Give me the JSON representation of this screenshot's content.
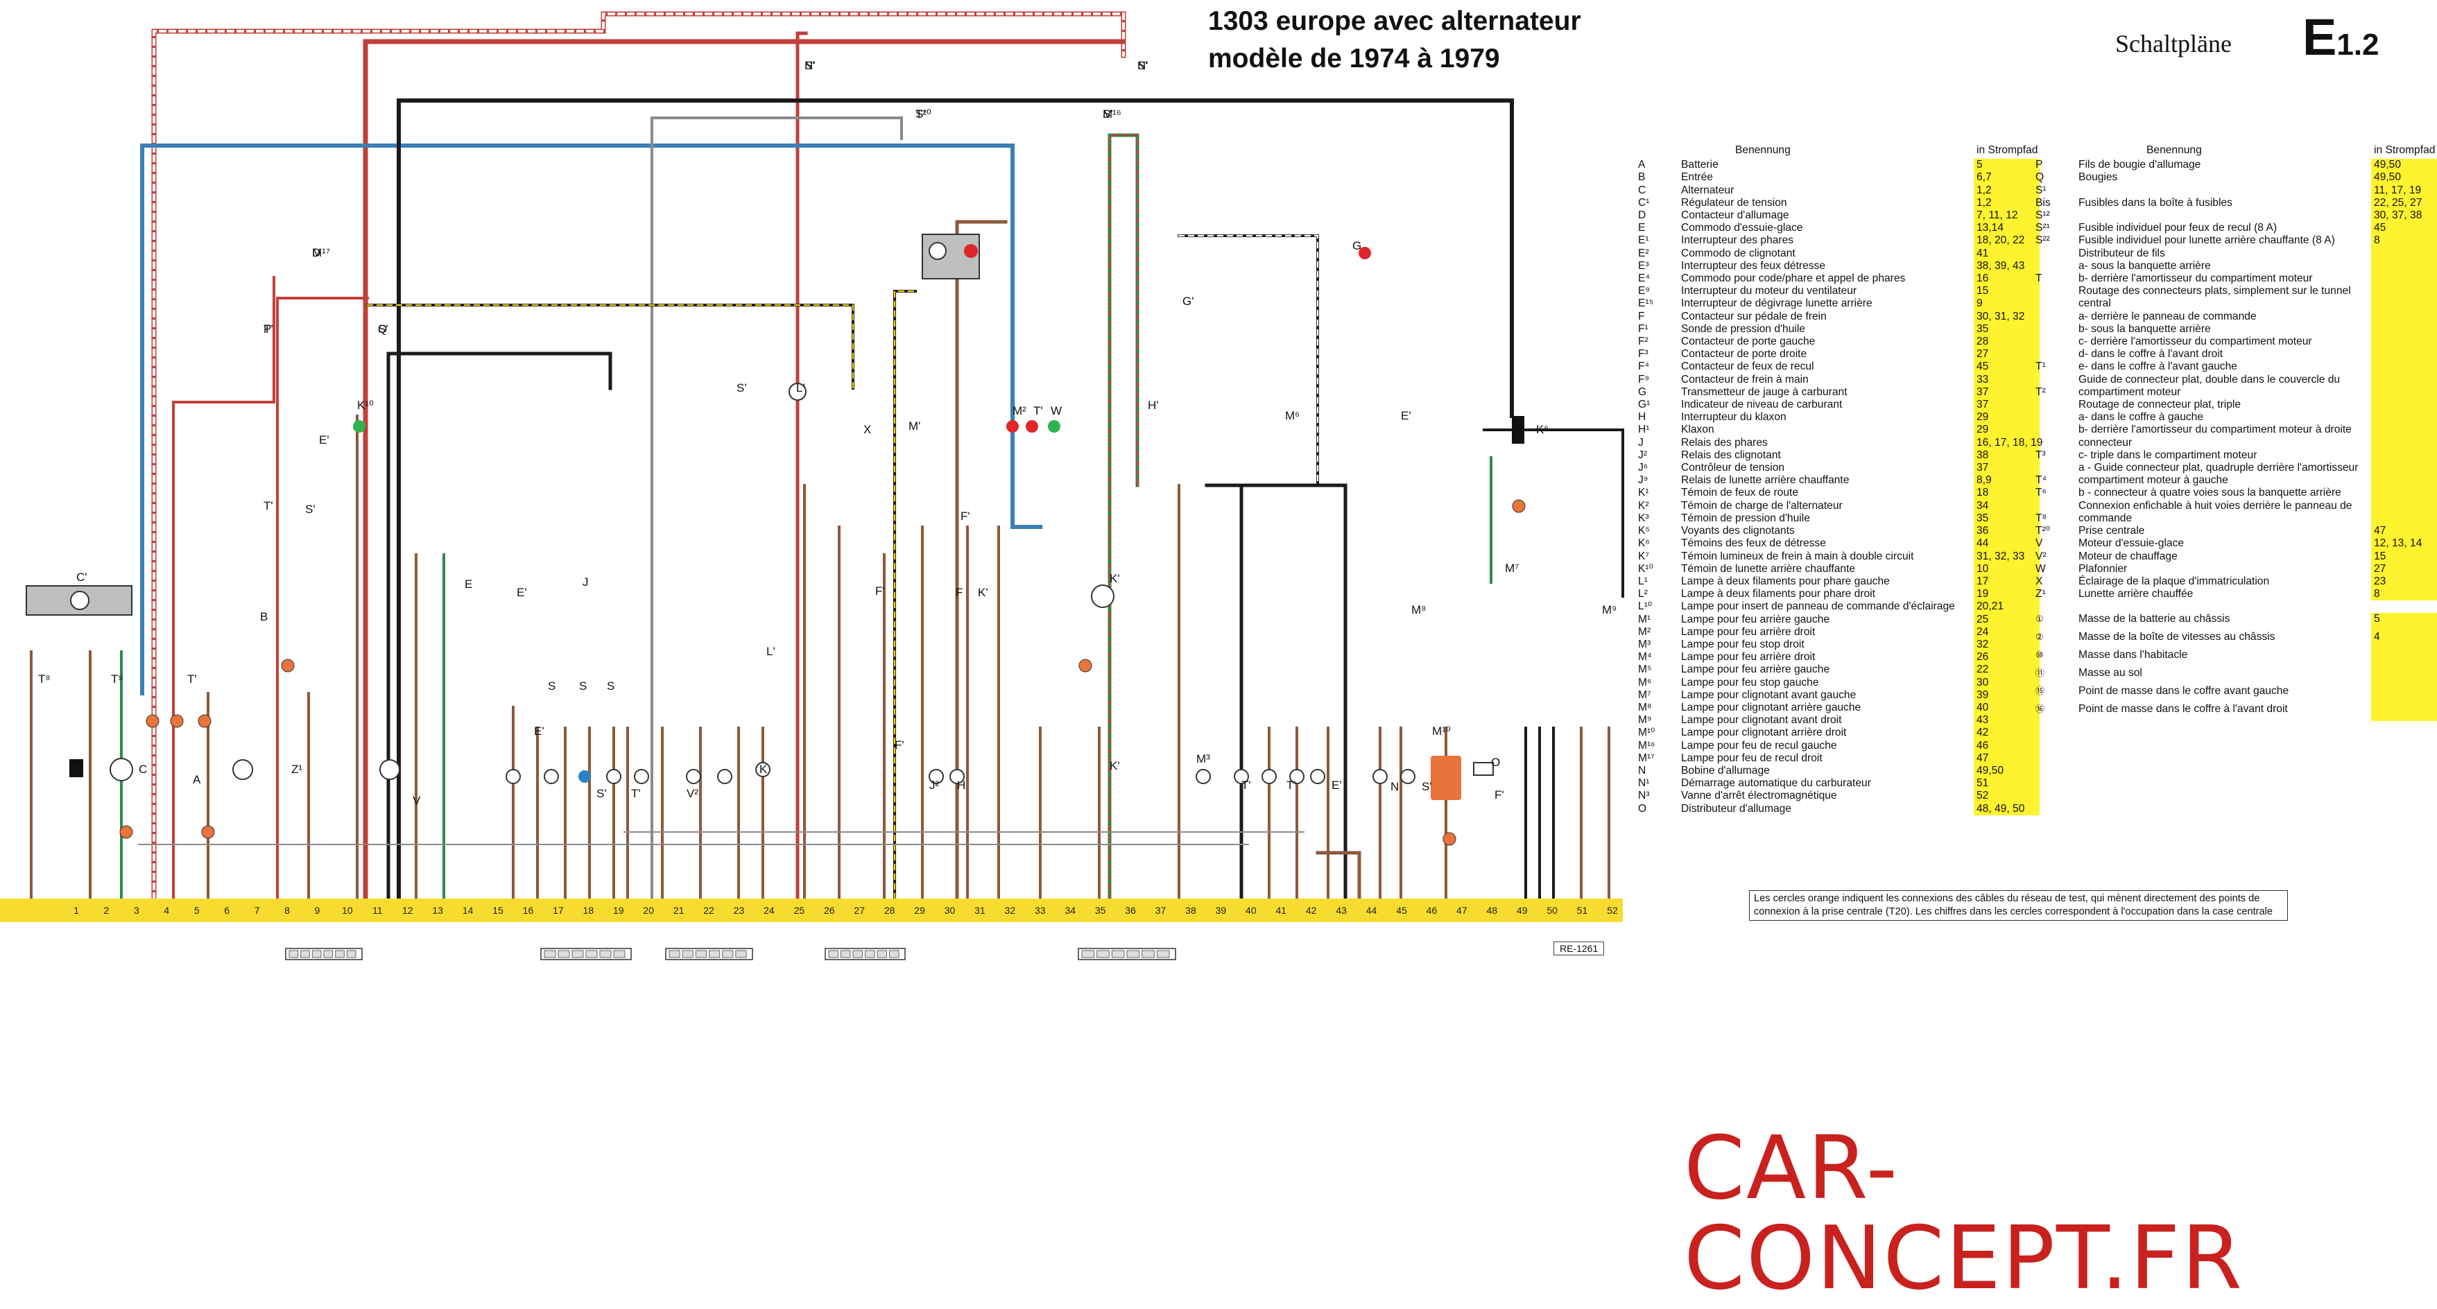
{
  "header": {
    "title_line1": "1303 europe avec alternateur",
    "title_line2": "modèle de 1974 à 1979",
    "sheet_label": "Schaltpläne",
    "sheet_code": "E",
    "sheet_code_sub": "1.2"
  },
  "legend_headers": {
    "name": "Benennung",
    "path": "in Strompfad"
  },
  "legend_left": [
    {
      "k": "A",
      "d": "Batterie",
      "r": "5"
    },
    {
      "k": "B",
      "d": "Entrée",
      "r": "6,7"
    },
    {
      "k": "C",
      "d": "Alternateur",
      "r": "1,2"
    },
    {
      "k": "C¹",
      "d": "Régulateur de tension",
      "r": "1,2"
    },
    {
      "k": "D",
      "d": "Contacteur d'allumage",
      "r": "7, 11, 12"
    },
    {
      "k": "E",
      "d": "Commodo d'essuie-glace",
      "r": "13,14"
    },
    {
      "k": "E¹",
      "d": "Interrupteur des phares",
      "r": "18, 20, 22"
    },
    {
      "k": "E²",
      "d": "Commodo de clignotant",
      "r": "41"
    },
    {
      "k": "E³",
      "d": "Interrupteur des feux détresse",
      "r": "38, 39, 43"
    },
    {
      "k": "E⁴",
      "d": "Commodo pour code/phare et appel de phares",
      "r": "16"
    },
    {
      "k": "E⁹",
      "d": "Interrupteur du moteur du ventilateur",
      "r": "15"
    },
    {
      "k": "E¹⁵",
      "d": "Interrupteur de dégivrage lunette arrière",
      "r": "9"
    },
    {
      "k": "F",
      "d": "Contacteur sur pédale de frein",
      "r": "30, 31, 32"
    },
    {
      "k": "F¹",
      "d": "Sonde de pression d'huile",
      "r": "35"
    },
    {
      "k": "F²",
      "d": "Contacteur de porte gauche",
      "r": "28"
    },
    {
      "k": "F³",
      "d": "Contacteur de porte droite",
      "r": "27"
    },
    {
      "k": "F⁴",
      "d": "Contacteur de feux de recul",
      "r": "45"
    },
    {
      "k": "F⁹",
      "d": "Contacteur de frein à main",
      "r": "33"
    },
    {
      "k": "G",
      "d": "Transmetteur de jauge à carburant",
      "r": "37"
    },
    {
      "k": "G¹",
      "d": "Indicateur de niveau de carburant",
      "r": "37"
    },
    {
      "k": "H",
      "d": "Interrupteur du klaxon",
      "r": "29"
    },
    {
      "k": "H¹",
      "d": "Klaxon",
      "r": "29"
    },
    {
      "k": "J",
      "d": "Relais des phares",
      "r": "16, 17, 18, 19"
    },
    {
      "k": "J²",
      "d": "Relais des clignotant",
      "r": "38"
    },
    {
      "k": "J⁶",
      "d": "Contrôleur de tension",
      "r": "37"
    },
    {
      "k": "J⁹",
      "d": "Relais de lunette arrière chauffante",
      "r": "8,9"
    },
    {
      "k": "K¹",
      "d": "Témoin de feux de route",
      "r": "18"
    },
    {
      "k": "K²",
      "d": "Témoin de charge de l'alternateur",
      "r": "34"
    },
    {
      "k": "K³",
      "d": "Témoin de pression d'huile",
      "r": "35"
    },
    {
      "k": "K⁵",
      "d": "Voyants des clignotants",
      "r": "36"
    },
    {
      "k": "K⁶",
      "d": "Témoins des feux de détresse",
      "r": "44"
    },
    {
      "k": "K⁷",
      "d": "Témoin lumineux de frein à main à double circuit",
      "r": "31, 32, 33"
    },
    {
      "k": "K¹⁰",
      "d": "Témoin de lunette arrière chauffante",
      "r": "10"
    },
    {
      "k": "L¹",
      "d": "Lampe à deux filaments pour phare gauche",
      "r": "17"
    },
    {
      "k": "L²",
      "d": "Lampe à deux filaments pour phare droit",
      "r": "19"
    },
    {
      "k": "L¹⁰",
      "d": "Lampe pour insert de panneau de commande d'éclairage",
      "r": "20,21"
    },
    {
      "k": "M¹",
      "d": "Lampe pour feu arrière gauche",
      "r": "25"
    },
    {
      "k": "M²",
      "d": "Lampe pour feu arrière droit",
      "r": "24"
    },
    {
      "k": "M³",
      "d": "Lampe pour feu stop droit",
      "r": "32"
    },
    {
      "k": "M⁴",
      "d": "Lampe pour feu arrière droit",
      "r": "26"
    },
    {
      "k": "M⁵",
      "d": "Lampe pour feu arrière gauche",
      "r": "22"
    },
    {
      "k": "M⁶",
      "d": "Lampe pour feu stop gauche",
      "r": "30"
    },
    {
      "k": "M⁷",
      "d": "Lampe pour clignotant avant gauche",
      "r": "39"
    },
    {
      "k": "M⁸",
      "d": "Lampe pour clignotant arrière gauche",
      "r": "40"
    },
    {
      "k": "M⁹",
      "d": "Lampe pour clignotant avant droit",
      "r": "43"
    },
    {
      "k": "M¹⁰",
      "d": "Lampe pour clignotant arrière droit",
      "r": "42"
    },
    {
      "k": "M¹⁶",
      "d": "Lampe pour feu de recul gauche",
      "r": "46"
    },
    {
      "k": "M¹⁷",
      "d": "Lampe pour feu de recul droit",
      "r": "47"
    },
    {
      "k": "N",
      "d": "Bobine d'allumage",
      "r": "49,50"
    },
    {
      "k": "N¹",
      "d": "Démarrage automatique du carburateur",
      "r": "51"
    },
    {
      "k": "N³",
      "d": "Vanne d'arrêt électromagnétique",
      "r": "52"
    },
    {
      "k": "O",
      "d": "Distributeur d'allumage",
      "r": "48, 49, 50"
    }
  ],
  "legend_right": [
    {
      "k": "P",
      "d": "Fils de bougie d'allumage",
      "r": "49,50"
    },
    {
      "k": "Q",
      "d": "Bougies",
      "r": "49,50"
    },
    {
      "k": "S¹",
      "d": "",
      "r": "11, 17, 19"
    },
    {
      "k": "Bis",
      "d": "Fusibles dans la boîte à fusibles",
      "r": "22, 25, 27"
    },
    {
      "k": "S¹²",
      "d": "",
      "r": "30, 37, 38"
    },
    {
      "k": "S²¹",
      "d": "Fusible individuel pour feux de recul (8 A)",
      "r": "45"
    },
    {
      "k": "S²²",
      "d": "Fusible individuel pour lunette arrière chauffante (8 A)",
      "r": "8"
    },
    {
      "k": "",
      "d": "Distributeur de fils",
      "r": ""
    },
    {
      "k": "",
      "d": "a- sous la banquette arrière",
      "r": ""
    },
    {
      "k": "T",
      "d": "b- derrière l'amortisseur du compartiment moteur",
      "r": ""
    },
    {
      "k": "",
      "d": "Routage des connecteurs plats, simplement sur le tunnel",
      "r": ""
    },
    {
      "k": "",
      "d": "central",
      "r": ""
    },
    {
      "k": "",
      "d": "a- derrière le panneau de commande",
      "r": ""
    },
    {
      "k": "",
      "d": "b- sous la banquette arrière",
      "r": ""
    },
    {
      "k": "",
      "d": "c- derrière l'amortisseur du compartiment moteur",
      "r": ""
    },
    {
      "k": "",
      "d": "d- dans le coffre à l'avant droit",
      "r": ""
    },
    {
      "k": "T¹",
      "d": "e- dans le coffre à l'avant gauche",
      "r": ""
    },
    {
      "k": "",
      "d": "Guide de connecteur plat, double dans le couvercle du",
      "r": ""
    },
    {
      "k": "T²",
      "d": "compartiment moteur",
      "r": ""
    },
    {
      "k": "",
      "d": "Routage de connecteur plat, triple",
      "r": ""
    },
    {
      "k": "",
      "d": "a- dans le coffre à gauche",
      "r": ""
    },
    {
      "k": "",
      "d": "b- derrière l'amortisseur du compartiment moteur à droite",
      "r": ""
    },
    {
      "k": "",
      "d": "connecteur",
      "r": ""
    },
    {
      "k": "T³",
      "d": "c- triple dans le compartiment moteur",
      "r": ""
    },
    {
      "k": "",
      "d": "a - Guide connecteur plat, quadruple derrière l'amortisseur",
      "r": ""
    },
    {
      "k": "T⁴",
      "d": "compartiment moteur à gauche",
      "r": ""
    },
    {
      "k": "T⁶",
      "d": "b - connecteur à quatre voies sous la banquette arrière",
      "r": ""
    },
    {
      "k": "",
      "d": "Connexion enfichable à huit voies derrière le panneau de",
      "r": ""
    },
    {
      "k": "T⁸",
      "d": "commande",
      "r": ""
    },
    {
      "k": "T²⁰",
      "d": "Prise centrale",
      "r": "47"
    },
    {
      "k": "V",
      "d": "Moteur d'essuie-glace",
      "r": "12, 13, 14"
    },
    {
      "k": "V²",
      "d": "Moteur de chauffage",
      "r": "15"
    },
    {
      "k": "W",
      "d": "Plafonnier",
      "r": "27"
    },
    {
      "k": "X",
      "d": "Éclairage de la plaque d'immatriculation",
      "r": "23"
    },
    {
      "k": "Z¹",
      "d": "Lunette arrière chauffée",
      "r": "8"
    }
  ],
  "legend_masse": [
    {
      "k": "①",
      "d": "Masse de la batterie au châssis",
      "r": "5"
    },
    {
      "k": "②",
      "d": "Masse de la boîte de vitesses au châssis",
      "r": "4"
    },
    {
      "k": "⑩",
      "d": "Masse dans l'habitacle",
      "r": ""
    },
    {
      "k": "⑪",
      "d": "Masse au sol",
      "r": ""
    },
    {
      "k": "⑮",
      "d": "Point de masse dans le coffre avant gauche",
      "r": ""
    },
    {
      "k": "⑯",
      "d": "Point de masse dans le coffre à l'avant droit",
      "r": ""
    }
  ],
  "note_text": "Les cercles orange indiquent les connexions des câbles du réseau de test, qui mènent directement des points de connexion à la prise centrale (T20). Les chiffres dans les cercles correspondent à l'occupation dans la case centrale",
  "watermark": "CAR-CONCEPT.FR",
  "ref_code": "RE-1261",
  "strompfad_numbers": [
    "1",
    "2",
    "3",
    "4",
    "5",
    "6",
    "7",
    "8",
    "9",
    "10",
    "11",
    "12",
    "13",
    "14",
    "15",
    "16",
    "17",
    "18",
    "19",
    "20",
    "21",
    "22",
    "23",
    "24",
    "25",
    "26",
    "27",
    "28",
    "29",
    "30",
    "31",
    "32",
    "33",
    "34",
    "35",
    "36",
    "37",
    "38",
    "39",
    "40",
    "41",
    "42",
    "43",
    "44",
    "45",
    "46",
    "47",
    "48",
    "49",
    "50",
    "51",
    "52"
  ],
  "component_labels": [
    "S'",
    "S'",
    "S'",
    "S'",
    "D",
    "T'",
    "S'",
    "K¹⁰",
    "E'",
    "T'",
    "S'",
    "C'",
    "T⁸",
    "T⁵",
    "B",
    "T'",
    "Z¹",
    "C",
    "A",
    "V",
    "E",
    "E'",
    "J",
    "S",
    "S",
    "S",
    "E'",
    "S'",
    "S'",
    "T'",
    "V²",
    "K",
    "L'",
    "L'",
    "X",
    "M'",
    "M²",
    "T'",
    "W",
    "H'",
    "F'",
    "F",
    "K'",
    "K'",
    "K'",
    "J²",
    "H",
    "F'",
    "F'",
    "G'",
    "G",
    "M⁶",
    "M³",
    "T'",
    "T'",
    "E'",
    "K⁶",
    "E'",
    "M⁷",
    "M⁸",
    "M⁹",
    "M¹⁰",
    "N",
    "S'",
    "O",
    "F'",
    "N'",
    "N'",
    "T²⁰",
    "M¹⁶",
    "M¹⁷",
    "P",
    "Q"
  ],
  "colors": {
    "bus": "#f7dc2f",
    "wire_red": "#c2403a",
    "wire_brown": "#8b5a3c",
    "wire_black": "#1b1b1b",
    "wire_blue": "#3b7fb6",
    "wire_green": "#2e8b4e",
    "wire_grey": "#8a8a8a",
    "test_circle": "#e8743b",
    "legend_highlight": "#fff22e",
    "watermark": "#c9211e"
  }
}
